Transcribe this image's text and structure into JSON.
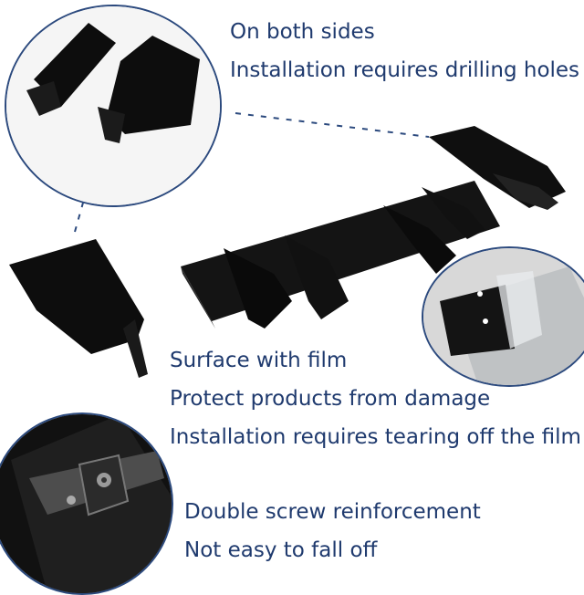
{
  "captions": {
    "line1": "On both sides",
    "line2": "Installation requires drilling holes",
    "line3": "Surface with film",
    "line4": "Protect products from damage",
    "line5": "Installation requires tearing off the film",
    "line6": "Double screw reinforcement",
    "line7": "Not easy to fall off"
  },
  "colors": {
    "caption_text": "#1f3a6e",
    "circle_border": "#2c4a7e",
    "product_black": "#0d0d0d"
  }
}
